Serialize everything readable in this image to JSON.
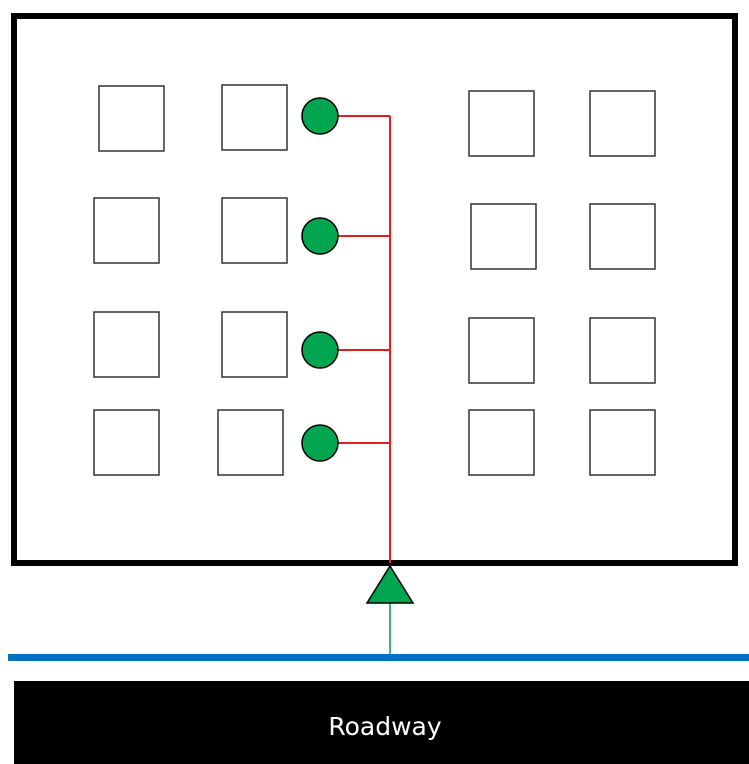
{
  "roadway_label": "Roadway",
  "colors": {
    "outline": "#000000",
    "pipe": "#e02020",
    "hydrant_fill": "#00a550",
    "service_line": "#3cb371",
    "water_main": "#0070c0",
    "roadway": "#000000",
    "roadway_text": "#ffffff"
  },
  "diagram": {
    "square_grid": {
      "rows": 4,
      "columns": 4
    },
    "circle_count": 4,
    "triangle_count": 1
  }
}
